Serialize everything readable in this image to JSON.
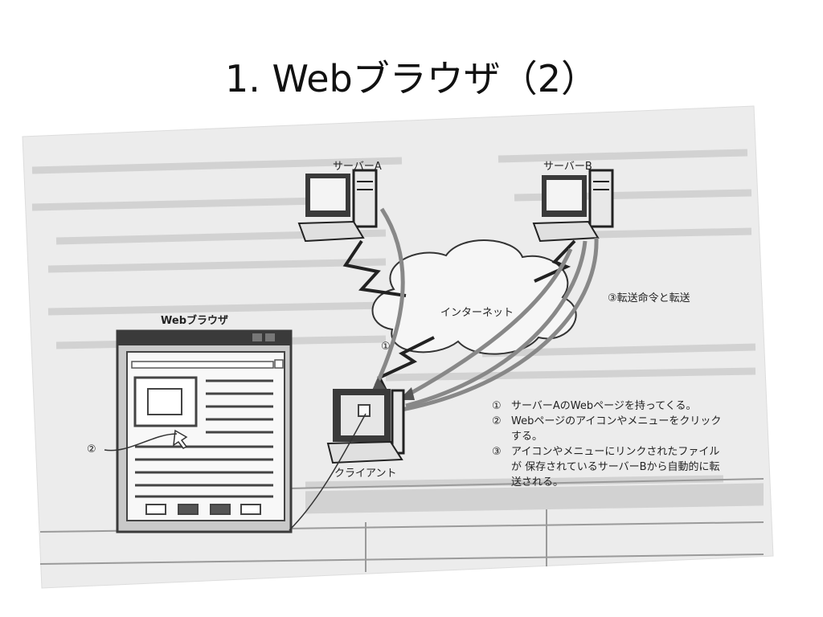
{
  "slide": {
    "title": "1. Webブラウザ（2）"
  },
  "diagram": {
    "server_a_label": "サーバーA",
    "server_b_label": "サーバーB",
    "internet_label": "インターネット",
    "transfer_label": "③転送命令と転送",
    "browser_label": "Webブラウザ",
    "client_label": "クライアント",
    "marker_1": "①",
    "marker_2": "②",
    "legend": [
      {
        "num": "①",
        "text": "サーバーAのWebページを持ってくる。"
      },
      {
        "num": "②",
        "text": "Webページのアイコンやメニューをクリックする。"
      },
      {
        "num": "③",
        "text": "アイコンやメニューにリンクされたファイルが 保存されているサーバーBから自動的に転送される。"
      }
    ]
  }
}
